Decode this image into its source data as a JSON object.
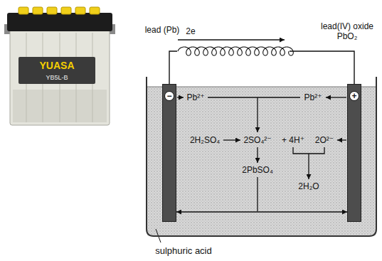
{
  "diagram": {
    "nodes": [
      {
        "text": [
          "sulphuric acid"
        ]
      },
      {
        "text": [
          "−"
        ],
        "in": 0
      },
      {
        "text": [
          "+"
        ],
        "in": 0
      }
    ],
    "edges": [
      {
        "from": 1,
        "to": 2,
        "arrow": "none"
      },
      {
        "from": 1,
        "to": 2,
        "arrow": "both"
      }
    ],
    "labels": [
      "YUASA",
      "YB5L-B",
      "lead (Pb)",
      "2e",
      "lead(IV) oxide PbO₂",
      "Pb²⁺",
      "Pb²⁺",
      "2H₂SO₄",
      "2SO₄²⁻",
      "+ 4H⁺",
      "2O²⁻",
      "2PbSO₄",
      "2H₂O"
    ]
  }
}
